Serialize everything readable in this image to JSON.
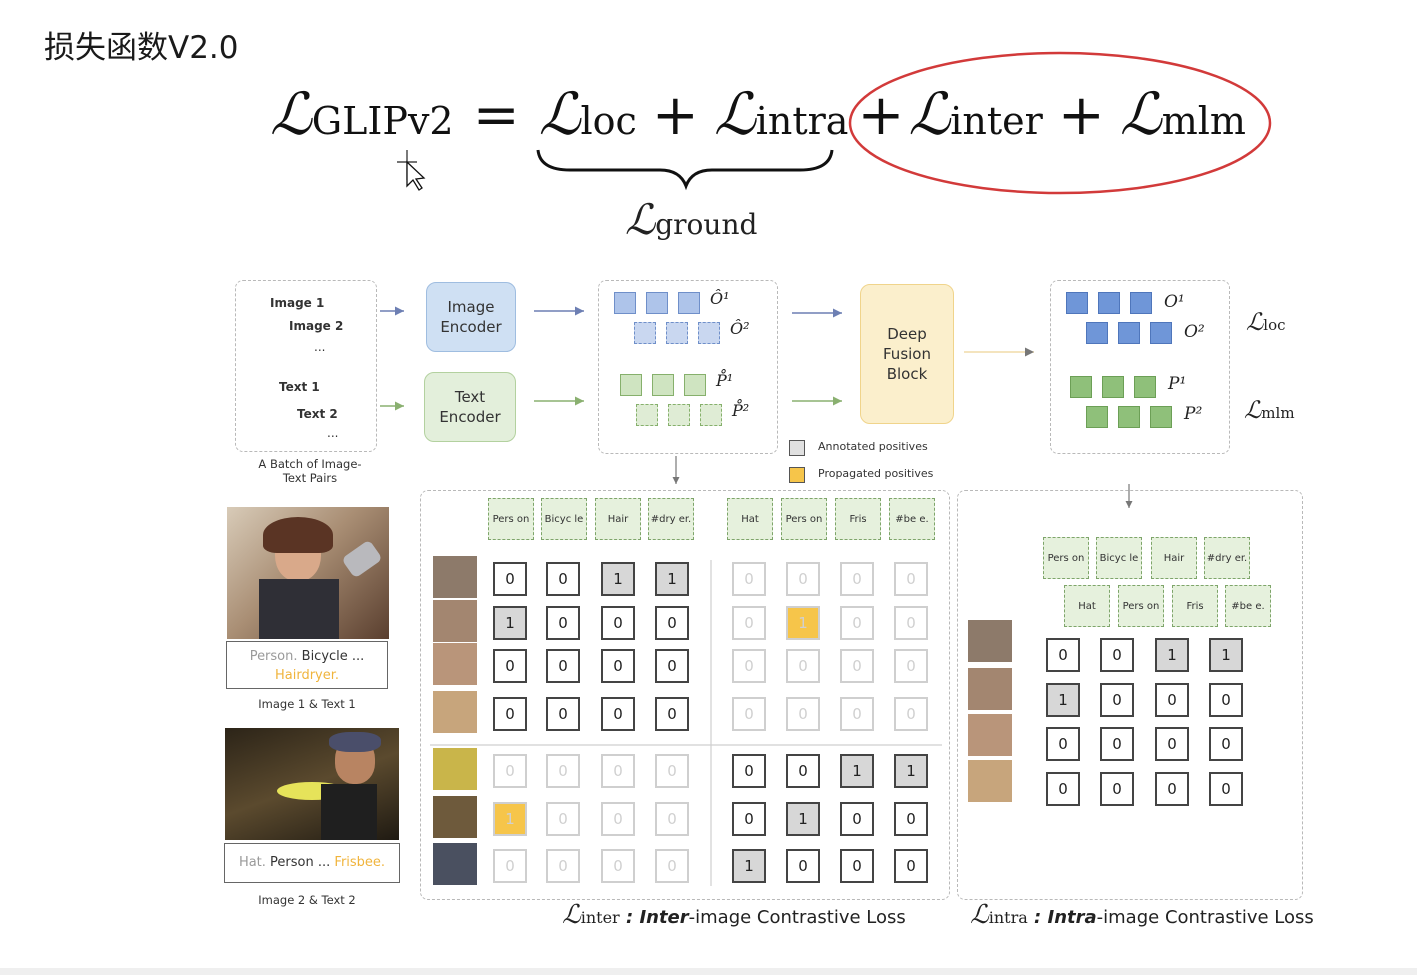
{
  "slide_title": "损失函数V2.0",
  "equation": {
    "lhs_sub": "GLIPv2",
    "equals": "=",
    "loc_sub": "loc",
    "plus": "+",
    "intra_sub": "intra",
    "inter_sub": "inter",
    "mlm_sub": "mlm",
    "ground_sub": "ground",
    "script_L": "ℒ"
  },
  "pipeline": {
    "batch_lines": [
      "Image 1",
      "Image 2",
      "...",
      "Text 1",
      "Text 2",
      "..."
    ],
    "batch_caption": "A Batch of Image-Text Pairs",
    "image_encoder": "Image Encoder",
    "text_encoder": "Text Encoder",
    "fusion": "Deep Fusion Block",
    "o1_tilde": "Ô¹",
    "o2_tilde": "Ô²",
    "p1_tilde": "P̊¹",
    "p2_tilde": "P̊²",
    "o1": "O¹",
    "o2": "O²",
    "p1": "P¹",
    "p2": "P²",
    "dots": "...",
    "loss_loc_sub": "loc",
    "loss_mlm_sub": "mlm"
  },
  "legend": {
    "annotated": "Annotated positives",
    "propagated": "Propagated positives"
  },
  "examples": {
    "text1_a": "Person.",
    "text1_b": " Bicycle ...",
    "text1_c": "Hairdryer.",
    "caption1": "Image 1 & Text 1",
    "text2_a": "Hat.",
    "text2_b": " Person ... ",
    "text2_c": "Frisbee.",
    "caption2": "Image 2 & Text 2"
  },
  "tokens": {
    "group1": [
      "Pers on",
      "Bicyc le",
      "Hair",
      "#dry er."
    ],
    "group2": [
      "Hat",
      "Pers on",
      "Fris",
      "#be e."
    ]
  },
  "inter_matrix": [
    [
      "0",
      "0",
      "1",
      "1",
      "0",
      "0",
      "0",
      "0"
    ],
    [
      "1",
      "0",
      "0",
      "0",
      "0",
      "1",
      "0",
      "0"
    ],
    [
      "0",
      "0",
      "0",
      "0",
      "0",
      "0",
      "0",
      "0"
    ],
    [
      "0",
      "0",
      "0",
      "0",
      "0",
      "0",
      "0",
      "0"
    ],
    [
      "0",
      "0",
      "0",
      "0",
      "0",
      "0",
      "1",
      "1"
    ],
    [
      "1",
      "0",
      "0",
      "0",
      "0",
      "1",
      "0",
      "0"
    ],
    [
      "0",
      "0",
      "0",
      "0",
      "1",
      "0",
      "0",
      "0"
    ]
  ],
  "intra_matrix": [
    [
      "0",
      "0",
      "1",
      "1"
    ],
    [
      "1",
      "0",
      "0",
      "0"
    ],
    [
      "0",
      "0",
      "0",
      "0"
    ],
    [
      "0",
      "0",
      "0",
      "0"
    ]
  ],
  "captions": {
    "inter_sub": "inter",
    "inter_bold": "Inter",
    "inter_rest": "-image Contrastive Loss",
    "intra_sub": "intra",
    "intra_bold": "Intra",
    "intra_rest": "-image Contrastive Loss",
    "colon": " : "
  },
  "colors": {
    "annotation_circle": "#d23a3a",
    "gold": "#f6c54a",
    "gray": "#d7d7d7",
    "image_encoder_fill": "#cfe0f3",
    "text_encoder_fill": "#e3efdb",
    "fusion_fill": "#fbefcc"
  }
}
